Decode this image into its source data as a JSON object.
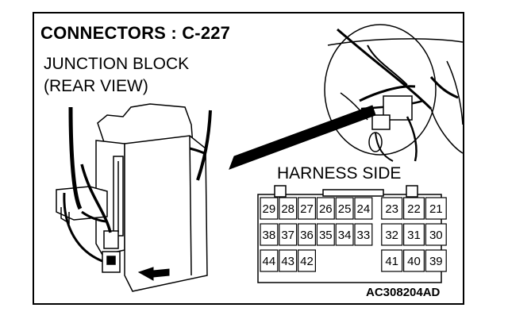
{
  "title": "CONNECTORS : C-227",
  "junction_block": {
    "line1": "JUNCTION BLOCK",
    "line2": "(REAR VIEW)"
  },
  "harness_side_label": "HARNESS SIDE",
  "figure_code": "AC308204AD",
  "connector": {
    "row1": [
      "29",
      "28",
      "27",
      "26",
      "25",
      "24",
      "23",
      "22",
      "21"
    ],
    "row2": [
      "38",
      "37",
      "36",
      "35",
      "34",
      "33",
      "32",
      "31",
      "30"
    ],
    "row3_left": [
      "44",
      "43",
      "42"
    ],
    "row3_right": [
      "41",
      "40",
      "39"
    ]
  }
}
